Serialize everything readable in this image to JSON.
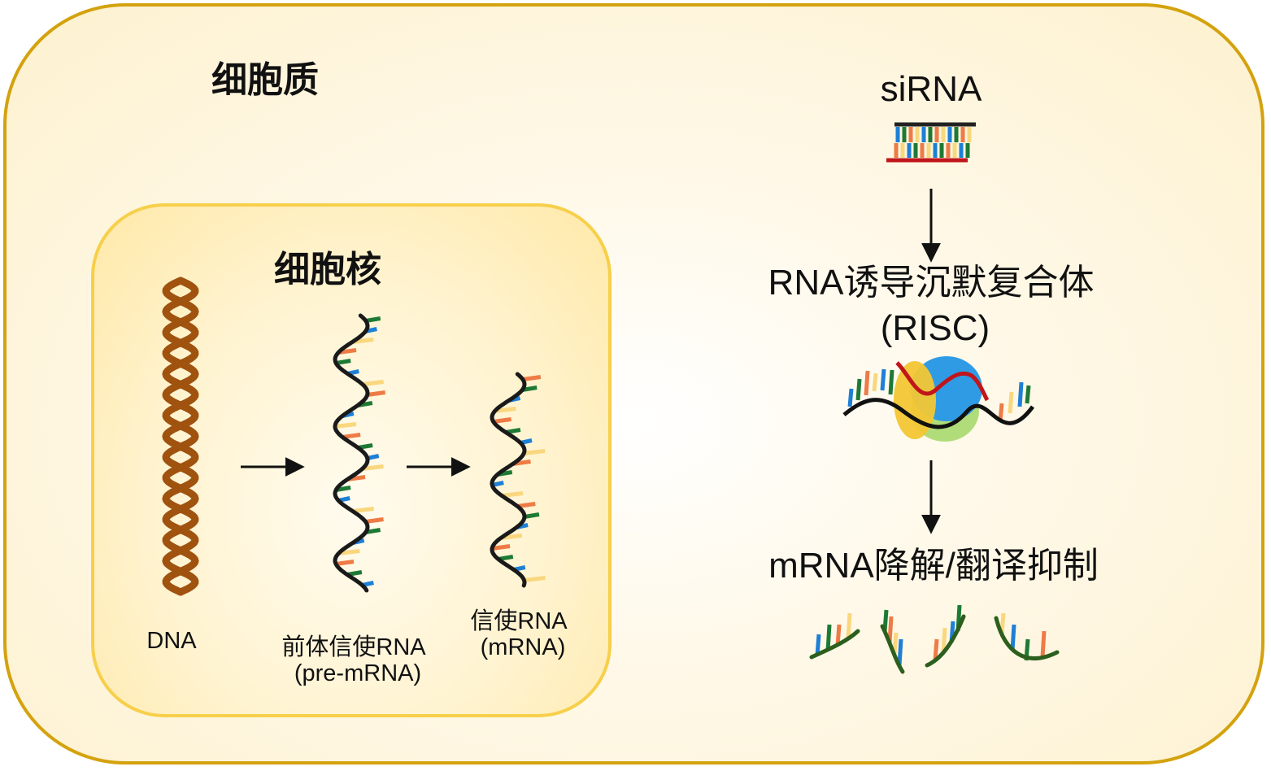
{
  "cytoplasm_label": "细胞质",
  "nucleus_label": "细胞核",
  "dna_label": "DNA",
  "pre_mrna_label_line1": "前体信使RNA",
  "pre_mrna_label_line2": "(pre-mRNA)",
  "mrna_label_line1": "信使RNA",
  "mrna_label_line2": "(mRNA)",
  "sirna_label": "siRNA",
  "risc_label_line1": "RNA诱导沉默复合体",
  "risc_label_line2": "(RISC)",
  "outcome_label": "mRNA降解/翻译抑制",
  "colors": {
    "cell_border": "#D4A20E",
    "nucleus_border": "#F7CF4A",
    "dna": "#A0520F",
    "base_blue": "#1E7FD6",
    "base_green": "#1D7A35",
    "base_orange": "#EE7B45",
    "base_yellow": "#F9D77E",
    "sirna_guide": "#C0161B",
    "fragment": "#2C5F1E"
  }
}
